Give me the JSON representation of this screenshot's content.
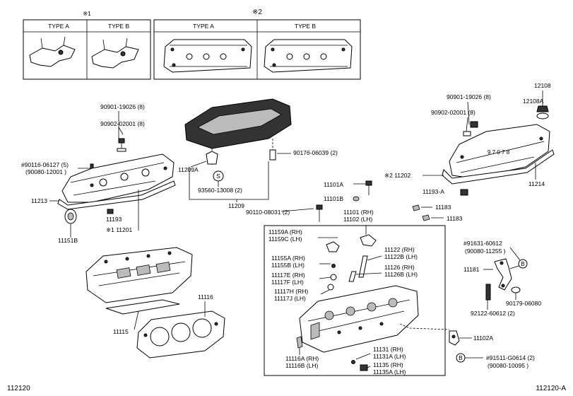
{
  "diagram_id_left": "112120",
  "diagram_id_right": "112120-A",
  "note1_mark": "※1",
  "note2_mark": "※2",
  "type_a": "TYPE A",
  "type_b": "TYPE B",
  "labels": {
    "p90901_left": "90901-19026 (8)",
    "p90902_left": "90902-02001 (8)",
    "p90116": "#90116-06127 (5)",
    "p90080_12001": "(90080-12001 )",
    "p11213": "11213",
    "p11193": "11193",
    "p11201": "※1 11201",
    "p11151b": "11151B",
    "p11209a": "11209A",
    "p93560": "93560-13008 (2)",
    "p11209": "11209",
    "p90176": "90176-06039 (2)",
    "p90110": "90110-08031 (2)",
    "p90901_right": "90901-19026 (8)",
    "p90902_right": "90902-02001 (8)",
    "p12108": "12108",
    "p12108a": "12108A",
    "p11202": "※2 11202",
    "p11214": "11214",
    "p11193a": "11193-A",
    "p11101a": "11101A",
    "p11101b": "11101B",
    "p11183_1": "11183",
    "p11183_2": "11183",
    "p11101": "11101 (RH)",
    "p11102": "11102 (LH)",
    "p11159a": "11159A (RH)",
    "p11159c": "11159C (LH)",
    "p11155a": "11155A (RH)",
    "p11155b": "11155B (LH)",
    "p11117e": "11117E (RH)",
    "p11117f": "11117F (LH)",
    "p11117h": "11117H (RH)",
    "p11117j": "11117J (LH)",
    "p11122": "11122  (RH)",
    "p11122b": "11122B (LH)",
    "p11126": "11126  (RH)",
    "p11126b": "11126B (LH)",
    "p91631": "#91631-60612",
    "p90080_11255": "(90080-11255 )",
    "p11181": "11181",
    "p90179": "90179-06080",
    "p92122": "92122-60612 (2)",
    "p11116": "11116",
    "p11115": "11115",
    "p11102a": "11102A",
    "p91511": "#91511-G0614 (2)",
    "p90080_10095": "(90080-10095 )",
    "p11116a": "11116A (RH)",
    "p11116b": "11116B (LH)",
    "p11131": "11131  (RH)",
    "p11131a": "11131A (LH)",
    "p11135": "11135  (RH)",
    "p11135a": "11135A (LH)"
  },
  "callout_letter": "B",
  "callout_s": "S"
}
